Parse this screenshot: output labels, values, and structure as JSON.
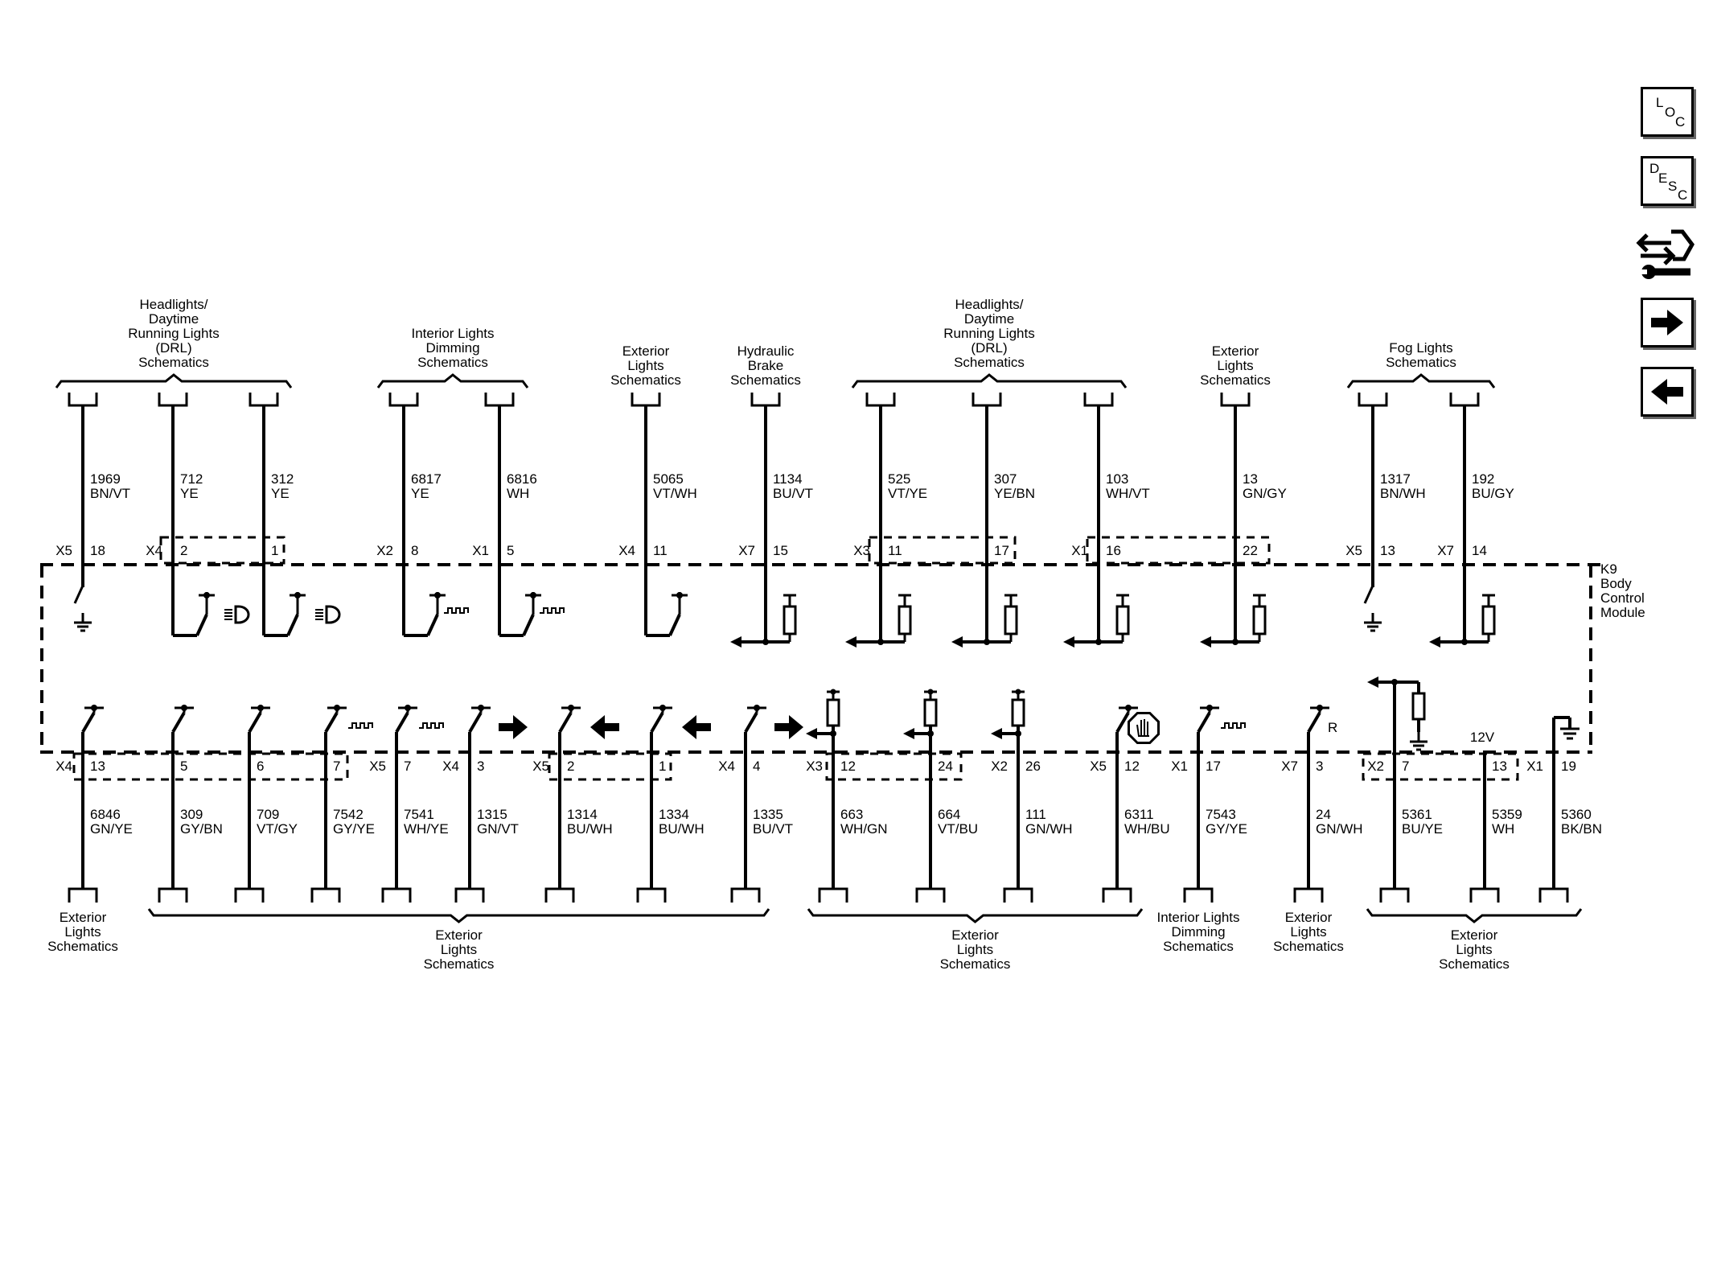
{
  "module": {
    "line1": "K9",
    "line2": "Body",
    "line3": "Control",
    "line4": "Module"
  },
  "sidebar": {
    "loc": [
      "L",
      "O",
      "C"
    ],
    "desc": [
      "D",
      "E",
      "S",
      "C"
    ]
  },
  "top_groups": [
    {
      "lines": [
        "Headlights/",
        "Daytime",
        "Running Lights",
        "(DRL)",
        "Schematics"
      ]
    },
    {
      "lines": [
        "Interior Lights",
        "Dimming",
        "Schematics"
      ]
    },
    {
      "lines": [
        "Exterior",
        "Lights",
        "Schematics"
      ]
    },
    {
      "lines": [
        "Hydraulic",
        "Brake",
        "Schematics"
      ]
    },
    {
      "lines": [
        "Headlights/",
        "Daytime",
        "Running Lights",
        "(DRL)",
        "Schematics"
      ]
    },
    {
      "lines": [
        "Exterior",
        "Lights",
        "Schematics"
      ]
    },
    {
      "lines": [
        "Fog Lights",
        "Schematics"
      ]
    }
  ],
  "top_wires": [
    {
      "circuit": "1969",
      "color": "BN/VT",
      "conn": "X5",
      "pin": "18"
    },
    {
      "circuit": "712",
      "color": "YE",
      "conn": "X4",
      "pin": "2"
    },
    {
      "circuit": "312",
      "color": "YE",
      "conn": "",
      "pin": "1"
    },
    {
      "circuit": "6817",
      "color": "YE",
      "conn": "X2",
      "pin": "8"
    },
    {
      "circuit": "6816",
      "color": "WH",
      "conn": "X1",
      "pin": "5"
    },
    {
      "circuit": "5065",
      "color": "VT/WH",
      "conn": "X4",
      "pin": "11"
    },
    {
      "circuit": "1134",
      "color": "BU/VT",
      "conn": "X7",
      "pin": "15"
    },
    {
      "circuit": "525",
      "color": "VT/YE",
      "conn": "X3",
      "pin": "11"
    },
    {
      "circuit": "307",
      "color": "YE/BN",
      "conn": "",
      "pin": "17"
    },
    {
      "circuit": "103",
      "color": "WH/VT",
      "conn": "X1",
      "pin": "16"
    },
    {
      "circuit": "13",
      "color": "GN/GY",
      "conn": "",
      "pin": "22"
    },
    {
      "circuit": "1317",
      "color": "BN/WH",
      "conn": "X5",
      "pin": "13"
    },
    {
      "circuit": "192",
      "color": "BU/GY",
      "conn": "X7",
      "pin": "14"
    }
  ],
  "bottom_wires": [
    {
      "circuit": "6846",
      "color": "GN/YE",
      "conn": "X4",
      "pin": "13"
    },
    {
      "circuit": "309",
      "color": "GY/BN",
      "conn": "",
      "pin": "5"
    },
    {
      "circuit": "709",
      "color": "VT/GY",
      "conn": "",
      "pin": "6"
    },
    {
      "circuit": "7542",
      "color": "GY/YE",
      "conn": "",
      "pin": "7"
    },
    {
      "circuit": "7541",
      "color": "WH/YE",
      "conn": "X5",
      "pin": "7"
    },
    {
      "circuit": "1315",
      "color": "GN/VT",
      "conn": "X4",
      "pin": "3"
    },
    {
      "circuit": "1314",
      "color": "BU/WH",
      "conn": "X5",
      "pin": "2"
    },
    {
      "circuit": "1334",
      "color": "BU/WH",
      "conn": "",
      "pin": "1"
    },
    {
      "circuit": "1335",
      "color": "BU/VT",
      "conn": "X4",
      "pin": "4"
    },
    {
      "circuit": "663",
      "color": "WH/GN",
      "conn": "X3",
      "pin": "12"
    },
    {
      "circuit": "664",
      "color": "VT/BU",
      "conn": "",
      "pin": "24"
    },
    {
      "circuit": "111",
      "color": "GN/WH",
      "conn": "X2",
      "pin": "26"
    },
    {
      "circuit": "6311",
      "color": "WH/BU",
      "conn": "X5",
      "pin": "12"
    },
    {
      "circuit": "7543",
      "color": "GY/YE",
      "conn": "X1",
      "pin": "17"
    },
    {
      "circuit": "24",
      "color": "GN/WH",
      "conn": "X7",
      "pin": "3"
    },
    {
      "circuit": "5361",
      "color": "BU/YE",
      "conn": "X2",
      "pin": "7"
    },
    {
      "circuit": "5359",
      "color": "WH",
      "conn": "",
      "pin": "13"
    },
    {
      "circuit": "5360",
      "color": "BK/BN",
      "conn": "X1",
      "pin": "19"
    }
  ],
  "bottom_groups": [
    {
      "lines": [
        "Exterior",
        "Lights",
        "Schematics"
      ]
    },
    {
      "lines": [
        "Exterior",
        "Lights",
        "Schematics"
      ]
    },
    {
      "lines": [
        "Exterior",
        "Lights",
        "Schematics"
      ]
    },
    {
      "lines": [
        "Interior Lights",
        "Dimming",
        "Schematics"
      ]
    },
    {
      "lines": [
        "Exterior",
        "Lights",
        "Schematics"
      ]
    },
    {
      "lines": [
        "Exterior",
        "Lights",
        "Schematics"
      ]
    }
  ],
  "labels": {
    "reverse_R": "R",
    "voltage_12v": "12V"
  }
}
